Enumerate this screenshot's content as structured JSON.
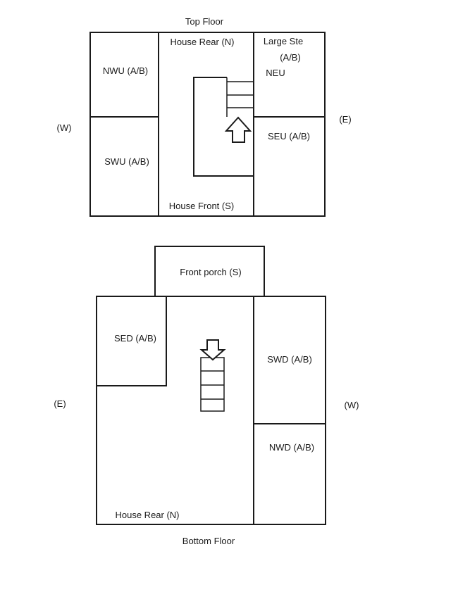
{
  "top_floor": {
    "title": "Top Floor",
    "rooms": {
      "house_rear": "House Rear (N)",
      "house_front": "House Front (S)",
      "nwu": "NWU (A/B)",
      "swu": "SWU (A/B)",
      "large_ste_line1": "Large Ste",
      "large_ste_line2": "(A/B)",
      "neu": "NEU",
      "seu": "SEU (A/B)"
    },
    "compass": {
      "west": "(W)",
      "east": "(E)"
    }
  },
  "bottom_floor": {
    "title": "Bottom Floor",
    "rooms": {
      "front_porch": "Front porch (S)",
      "sed": "SED (A/B)",
      "swd": "SWD (A/B)",
      "nwd": "NWD (A/B)",
      "house_rear": "House Rear (N)"
    },
    "compass": {
      "east": "(E)",
      "west": "(W)"
    }
  }
}
